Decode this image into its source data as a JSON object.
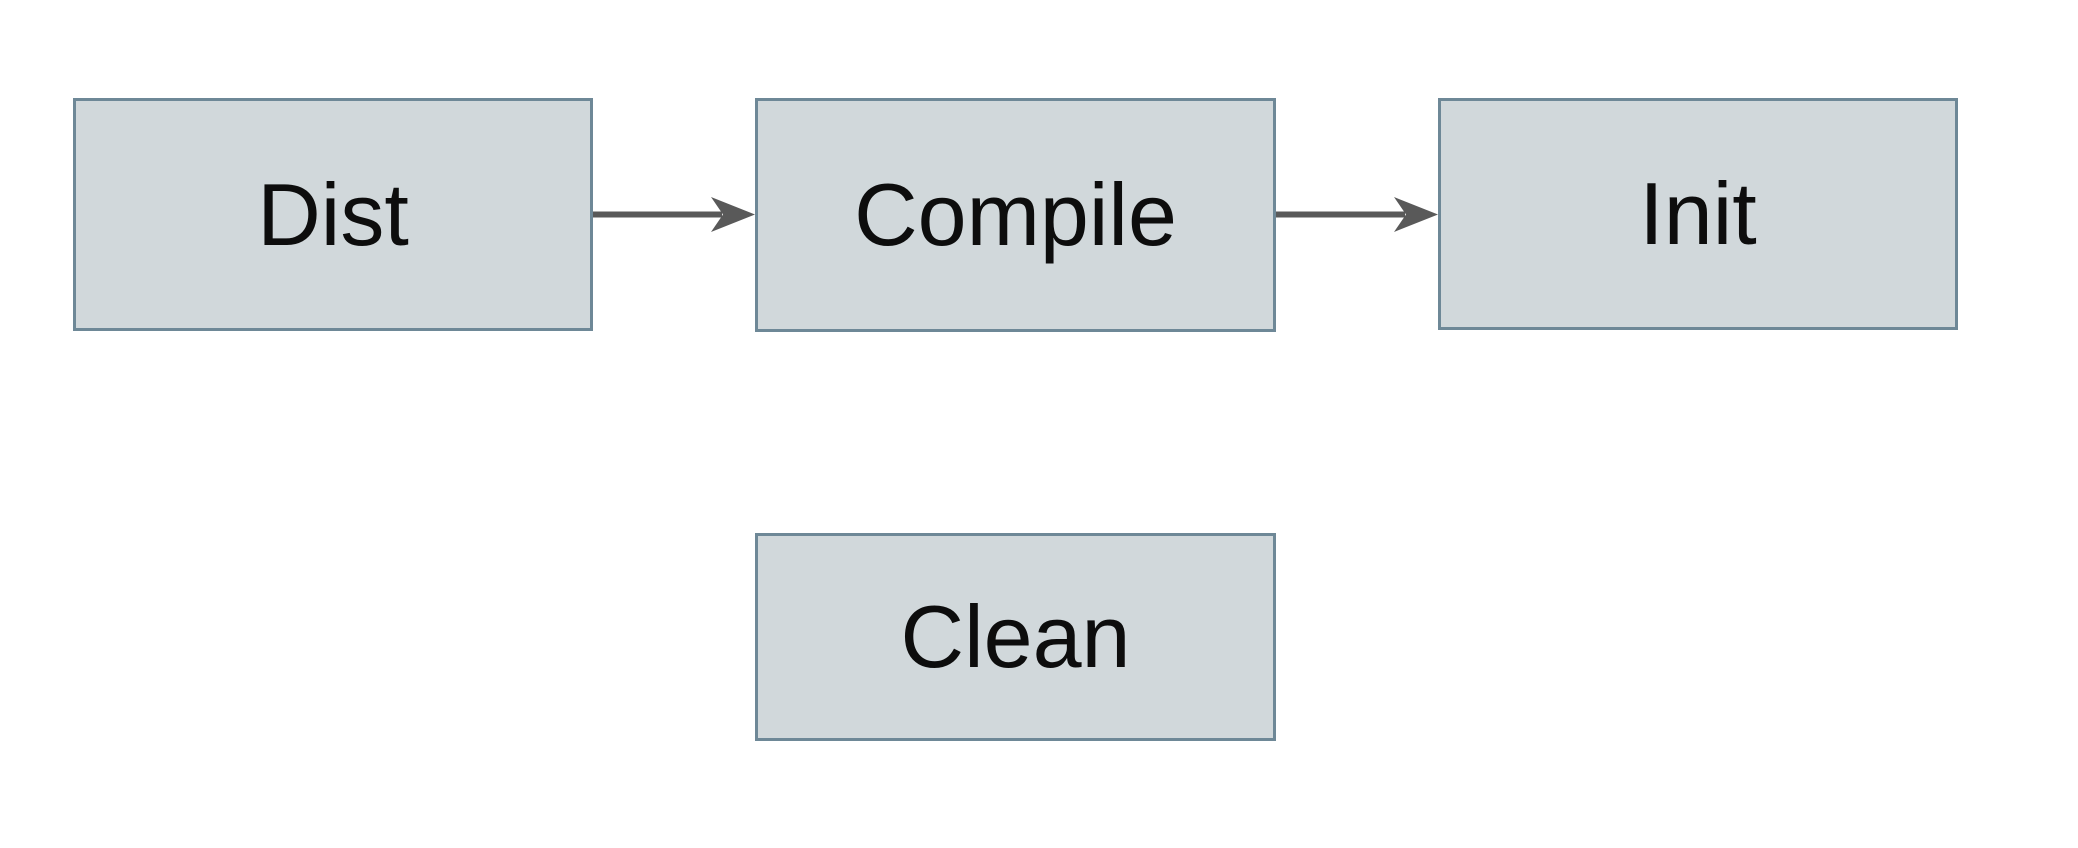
{
  "theme": {
    "canvas_bg": "#ffffff",
    "node_fill": "#d1d8db",
    "node_border": "#6e8897",
    "node_text": "#0d0d0d",
    "arrow": "#595959"
  },
  "diagram": {
    "type": "flowchart",
    "nodes": [
      {
        "id": "dist",
        "label": "Dist"
      },
      {
        "id": "compile",
        "label": "Compile"
      },
      {
        "id": "init",
        "label": "Init"
      },
      {
        "id": "clean",
        "label": "Clean"
      }
    ],
    "edges": [
      {
        "id": "dist-to-compile",
        "from": "Dist",
        "to": "Compile",
        "style": "solid-arrow"
      },
      {
        "id": "compile-to-init",
        "from": "Compile",
        "to": "Init",
        "style": "solid-arrow"
      }
    ]
  }
}
